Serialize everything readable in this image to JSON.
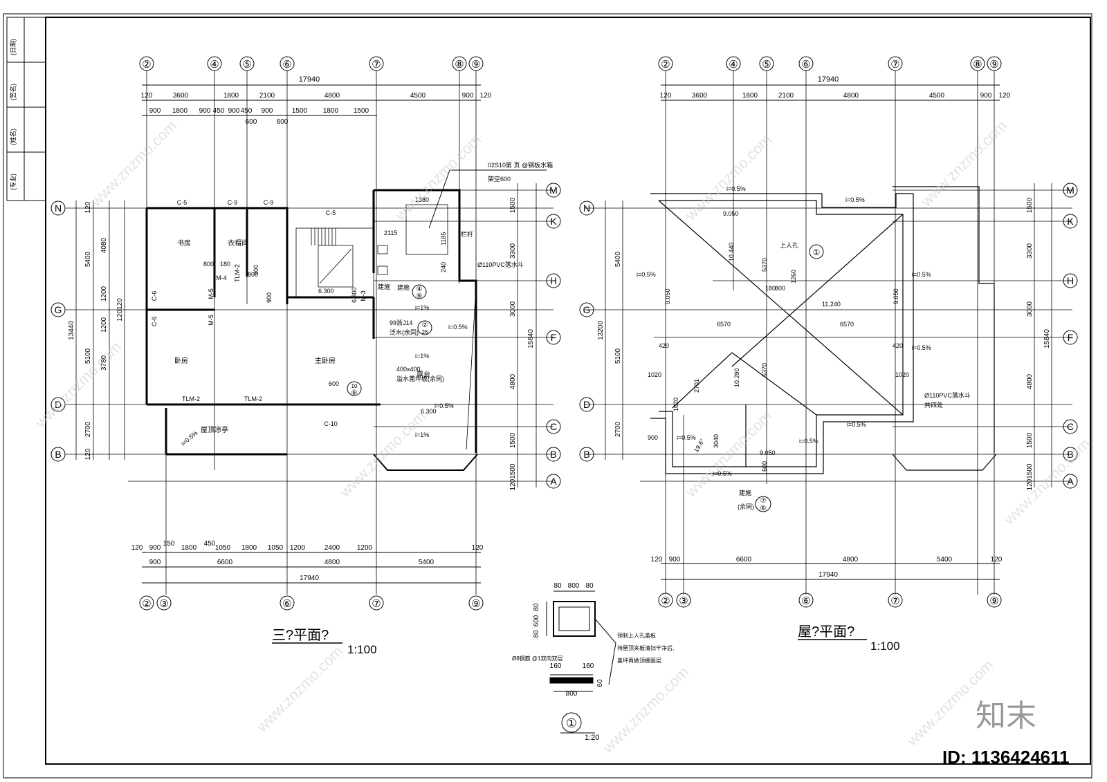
{
  "title_block": [
    "(专业)",
    "(姓名)",
    "(签名)",
    "(日期)"
  ],
  "plan_left": {
    "title": "三?平面?",
    "scale": "1:100",
    "top_axes": [
      "②",
      "④",
      "⑤",
      "⑥",
      "⑦",
      "⑧",
      "⑨"
    ],
    "bottom_axes": [
      "②",
      "③",
      "⑥",
      "⑦",
      "⑨"
    ],
    "left_axes": [
      "N",
      "G",
      "D",
      "B"
    ],
    "right_axes": [
      "M",
      "K",
      "H",
      "F",
      "C",
      "B",
      "A"
    ],
    "dim_total": "17940",
    "dim_row1": [
      "120",
      "3600",
      "1800",
      "2100",
      "4800",
      "4500",
      "900",
      "120"
    ],
    "dim_row2": [
      "900",
      "1800",
      "900",
      "450",
      "900",
      "450",
      "900",
      "1500",
      "1800",
      "1500"
    ],
    "dim_row2b": [
      "600",
      "600"
    ],
    "dim_bottom1": [
      "120",
      "900",
      "150",
      "1800",
      "450",
      "1050",
      "1800",
      "1050",
      "1200",
      "2400",
      "1200",
      "120"
    ],
    "dim_bottom2": [
      "900",
      "6600",
      "4800",
      "5400"
    ],
    "dim_bottom_total": "17940",
    "left_dims": [
      "120",
      "5400",
      "4080",
      "1200",
      "1200",
      "120120",
      "13440",
      "5100",
      "3780",
      "2700",
      "120"
    ],
    "right_dims": [
      "1500",
      "3300",
      "3000",
      "15840",
      "4800",
      "1500",
      "1201500"
    ],
    "rooms": [
      "书房",
      "衣帽间",
      "卧房",
      "主卧房",
      "露台",
      "屋顶凉亭"
    ],
    "windows": [
      "C-5",
      "C-9",
      "C-9",
      "C-5",
      "C-6",
      "C-6",
      "C-10",
      "TLM-2",
      "TLM-2",
      "TLM-2",
      "M-4",
      "M-5",
      "M-5",
      "M-3"
    ],
    "notes": [
      "02S10第 页  @钢板水箱",
      "架空600",
      "栏杆",
      "Ø110PVC落水斗",
      "建施",
      "99浙J14",
      "泛水(余同)",
      "400x400",
      "溢水蓖坪板(余同)",
      "i=1%",
      "i=0.5%",
      "6.300",
      "6.300",
      "i=1%",
      "i=1%",
      "i=0.5%",
      "i=0.5%",
      "2115",
      "1380",
      "2115",
      "1185",
      "240",
      "800",
      "180",
      "800",
      "900",
      "900",
      "6.300",
      "建施",
      "600"
    ],
    "detail_refs": [
      "④",
      "⑥",
      "②",
      "26",
      "10",
      "⑥"
    ]
  },
  "plan_right": {
    "title": "屋?平面?",
    "scale": "1:100",
    "top_axes": [
      "②",
      "④",
      "⑤",
      "⑥",
      "⑦",
      "⑧",
      "⑨"
    ],
    "bottom_axes": [
      "②",
      "③",
      "⑥",
      "⑦",
      "⑨"
    ],
    "left_axes": [
      "N",
      "G",
      "D",
      "B"
    ],
    "right_axes": [
      "M",
      "K",
      "H",
      "F",
      "C",
      "B",
      "A"
    ],
    "dim_total": "17940",
    "dim_row1": [
      "120",
      "3600",
      "1800",
      "2100",
      "4800",
      "4500",
      "900",
      "120"
    ],
    "dim_bottom2": [
      "120",
      "900",
      "6600",
      "4800",
      "5400",
      "120"
    ],
    "dim_bottom_total": "17940",
    "left_dims": [
      "5400",
      "13200",
      "5100",
      "2700"
    ],
    "right_dims": [
      "1500",
      "3300",
      "3000",
      "15840",
      "4800",
      "1500",
      "1201500"
    ],
    "notes": [
      "i=0.5%",
      "9.050",
      "i=0.5%",
      "10.440",
      "5370",
      "上人孔",
      "180",
      "800",
      "1260",
      "11.240",
      "6570",
      "6570",
      "i=0.5%",
      "9.050",
      "9.050",
      "i=0.5%",
      "420",
      "420",
      "i=0.5%",
      "1020",
      "1020",
      "10.290",
      "2701",
      "5370",
      "Ø110PVC落水斗",
      "共四处",
      "i=0.5%",
      "i=0.5%",
      "3040",
      "900",
      "i=0.5%",
      "9.050",
      "600",
      "i=0.5%",
      "建施",
      "(余同)",
      "1020",
      "19.6°"
    ],
    "detail_refs": [
      "①",
      "⑦",
      "⑥"
    ]
  },
  "detail": {
    "scale": "1:20",
    "ref": "①",
    "dims": [
      "80",
      "800",
      "80",
      "80",
      "600",
      "80",
      "160",
      "160",
      "800",
      "60"
    ],
    "notes": [
      "预制上人孔盖板",
      "待屋顶夹板清扫干净后,",
      "盖坪再做顶棚面层",
      "Ø8钢筋 @1双向双层"
    ]
  },
  "watermark": {
    "logo": "知末",
    "id": "ID: 1136424611",
    "repeat": "www.znzmo.com"
  }
}
